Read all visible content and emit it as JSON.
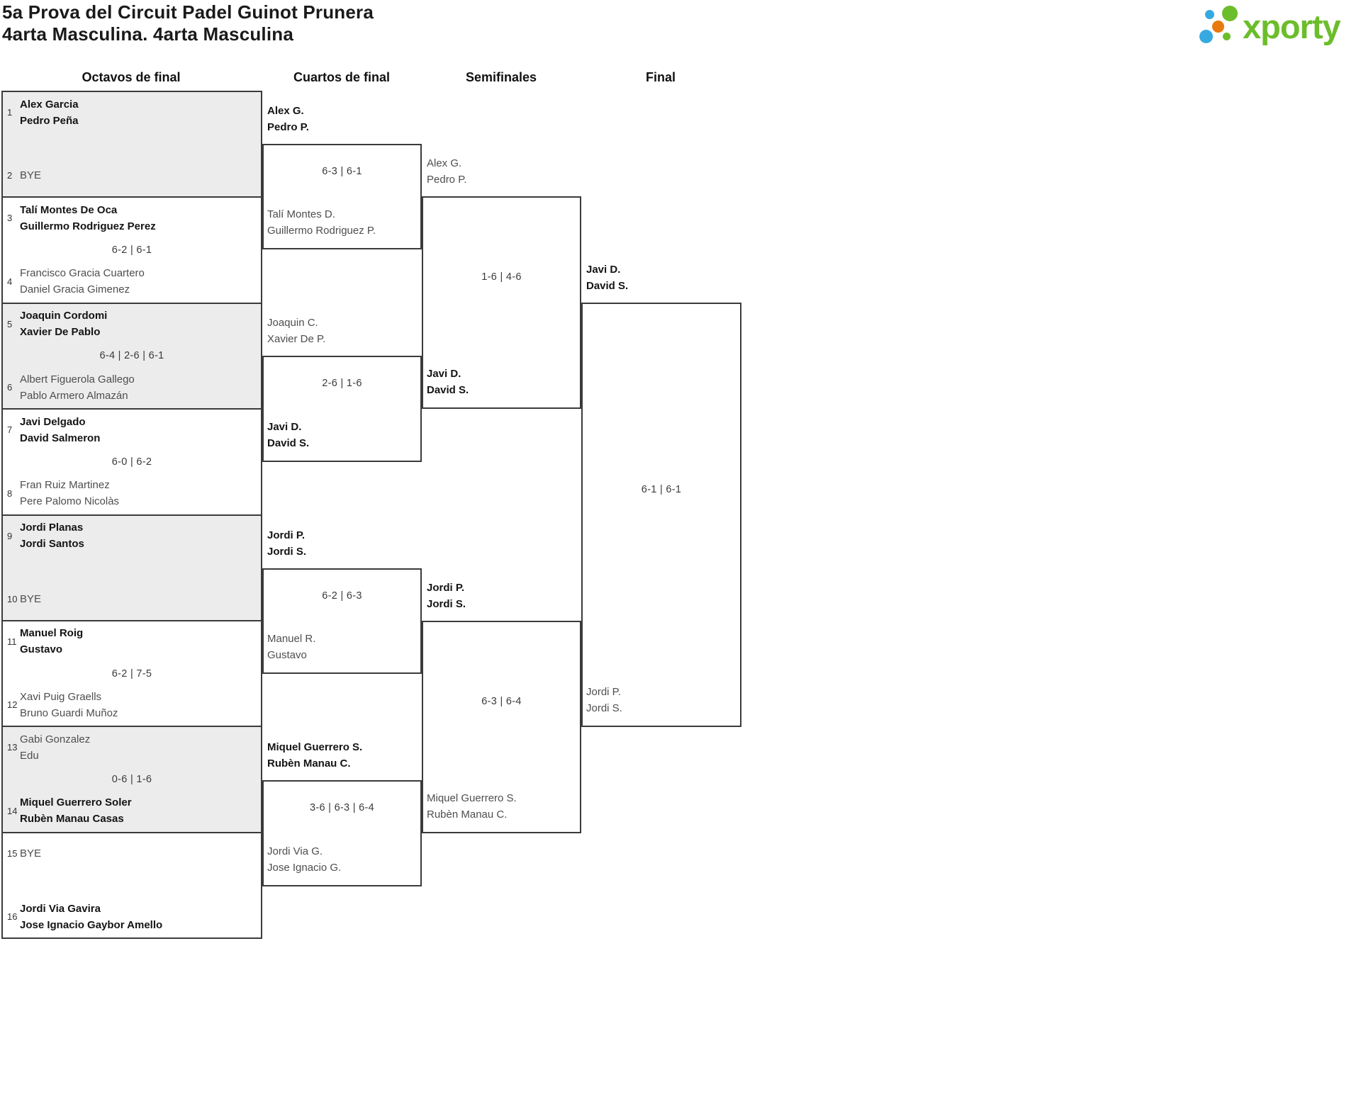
{
  "title": {
    "line1": "5a Prova del Circuit Padel Guinot Prunera",
    "line2": "4arta Masculina. 4arta Masculina"
  },
  "logo": {
    "text": "xporty",
    "green": "#6cbd2b",
    "blue": "#36a9e1",
    "orange": "#e8790f"
  },
  "colors": {
    "border_line": "#3b3b3b",
    "shaded_row": "#ececed",
    "winner_text": "#141414",
    "regular_text": "#4e4e4e"
  },
  "columns": [
    "Octavos de final",
    "Cuartos de final",
    "Semifinales",
    "Final"
  ],
  "round1": [
    {
      "seed_a": "1",
      "team_a": [
        "Alex Garcia",
        "Pedro Peña"
      ],
      "score": "",
      "seed_b": "2",
      "team_b": [
        "BYE"
      ],
      "winner": "a",
      "shaded": true
    },
    {
      "seed_a": "3",
      "team_a": [
        "Talí Montes De Oca",
        "Guillermo Rodriguez Perez"
      ],
      "score": "6-2 | 6-1",
      "seed_b": "4",
      "team_b": [
        "Francisco Gracia Cuartero",
        "Daniel Gracia Gimenez"
      ],
      "winner": "a",
      "shaded": false
    },
    {
      "seed_a": "5",
      "team_a": [
        "Joaquin Cordomi",
        "Xavier De Pablo"
      ],
      "score": "6-4 | 2-6 | 6-1",
      "seed_b": "6",
      "team_b": [
        "Albert Figuerola Gallego",
        "Pablo Armero Almazán"
      ],
      "winner": "a",
      "shaded": true
    },
    {
      "seed_a": "7",
      "team_a": [
        "Javi Delgado",
        "David Salmeron"
      ],
      "score": "6-0 | 6-2",
      "seed_b": "8",
      "team_b": [
        "Fran Ruiz Martinez",
        "Pere Palomo Nicolàs"
      ],
      "winner": "a",
      "shaded": false
    },
    {
      "seed_a": "9",
      "team_a": [
        "Jordi Planas",
        "Jordi Santos"
      ],
      "score": "",
      "seed_b": "10",
      "team_b": [
        "BYE"
      ],
      "winner": "a",
      "shaded": true
    },
    {
      "seed_a": "11",
      "team_a": [
        "Manuel Roig",
        "Gustavo"
      ],
      "score": "6-2 | 7-5",
      "seed_b": "12",
      "team_b": [
        "Xavi Puig Graells",
        "Bruno Guardi Muñoz"
      ],
      "winner": "a",
      "shaded": false
    },
    {
      "seed_a": "13",
      "team_a": [
        "Gabi Gonzalez",
        "Edu"
      ],
      "score": "0-6 | 1-6",
      "seed_b": "14",
      "team_b": [
        "Miquel Guerrero Soler",
        "Rubèn Manau Casas"
      ],
      "winner": "b",
      "shaded": true
    },
    {
      "seed_a": "15",
      "team_a": [
        "BYE"
      ],
      "score": "",
      "seed_b": "16",
      "team_b": [
        "Jordi Via Gavira",
        "Jose Ignacio Gaybor Amello"
      ],
      "winner": "b",
      "shaded": false
    }
  ],
  "quarterfinals": [
    {
      "upper": [
        "Alex G.",
        "Pedro P."
      ],
      "score": "6-3 | 6-1",
      "lower": [
        "Talí Montes D.",
        "Guillermo Rodriguez P."
      ],
      "winner": "upper"
    },
    {
      "upper": [
        "Joaquin C.",
        "Xavier De P."
      ],
      "score": "2-6 | 1-6",
      "lower": [
        "Javi D.",
        "David S."
      ],
      "winner": "lower"
    },
    {
      "upper": [
        "Jordi P.",
        "Jordi S."
      ],
      "score": "6-2 | 6-3",
      "lower": [
        "Manuel R.",
        "Gustavo"
      ],
      "winner": "upper"
    },
    {
      "upper": [
        "Miquel Guerrero S.",
        "Rubèn Manau C."
      ],
      "score": "3-6 | 6-3 | 6-4",
      "lower": [
        "Jordi Via G.",
        "Jose Ignacio G."
      ],
      "winner": "upper"
    }
  ],
  "semifinals": [
    {
      "upper": [
        "Alex G.",
        "Pedro P."
      ],
      "score": "1-6 | 4-6",
      "lower": [
        "Javi D.",
        "David S."
      ],
      "winner": "lower"
    },
    {
      "upper": [
        "Jordi P.",
        "Jordi S."
      ],
      "score": "6-3 | 6-4",
      "lower": [
        "Miquel Guerrero S.",
        "Rubèn Manau C."
      ],
      "winner": "upper"
    }
  ],
  "final": {
    "upper": [
      "Javi D.",
      "David S."
    ],
    "score": "6-1 | 6-1",
    "lower": [
      "Jordi P.",
      "Jordi S."
    ],
    "winner": "upper"
  }
}
